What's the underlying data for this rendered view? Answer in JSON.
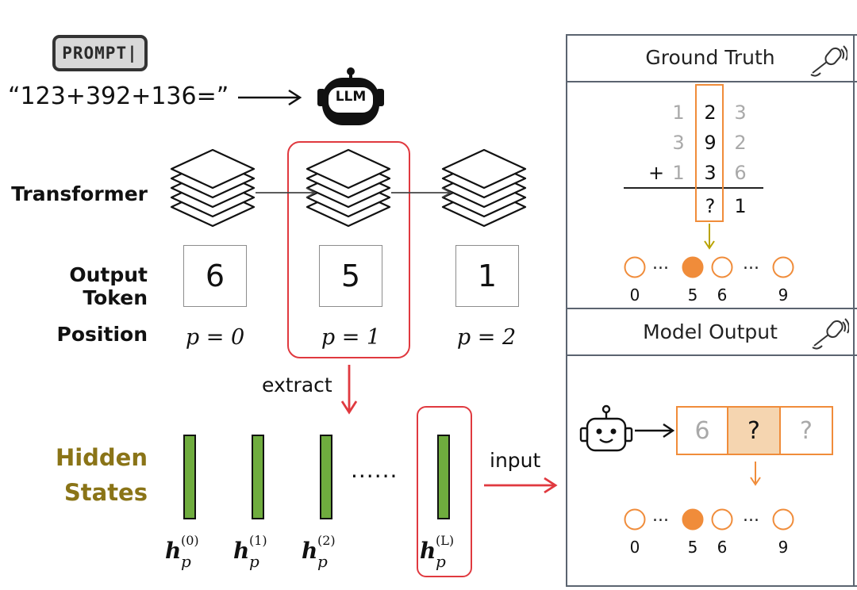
{
  "prompt": {
    "badge": "PROMPT|",
    "text": "“123+392+136=”",
    "llm_label": "LLM"
  },
  "labels": {
    "transformer": "Transformer",
    "output_token": "Output Token",
    "position": "Position",
    "hidden_line1": "Hidden",
    "hidden_line2": "States",
    "extract": "extract",
    "input": "input",
    "ellipsis": "......"
  },
  "tokens": [
    "6",
    "5",
    "1"
  ],
  "positions": [
    "p = 0",
    "p = 1",
    "p = 2"
  ],
  "hidden_states": [
    {
      "base": "h",
      "sub": "p",
      "sup": "(0)"
    },
    {
      "base": "h",
      "sub": "p",
      "sup": "(1)"
    },
    {
      "base": "h",
      "sub": "p",
      "sup": "(2)"
    },
    {
      "base": "h",
      "sub": "p",
      "sup": "(L)"
    }
  ],
  "ground_truth": {
    "title": "Ground Truth",
    "rows": [
      {
        "op": "",
        "d": [
          "1",
          "2",
          "3"
        ]
      },
      {
        "op": "",
        "d": [
          "3",
          "9",
          "2"
        ]
      },
      {
        "op": "+",
        "d": [
          "1",
          "3",
          "6"
        ]
      }
    ],
    "result": [
      "?",
      "1"
    ],
    "scale": [
      "0",
      "5",
      "6",
      "9"
    ],
    "dots": "..."
  },
  "model_output": {
    "title": "Model Output",
    "cells": [
      "6",
      "?",
      "?"
    ],
    "scale": [
      "0",
      "5",
      "6",
      "9"
    ],
    "dots": "..."
  },
  "colors": {
    "accent_red": "#e0393f",
    "orange": "#f08c3a",
    "orange_fill": "#f5d5b0",
    "olive": "#8a7417",
    "green": "#6fac3e",
    "panel_border": "#5b6470"
  }
}
